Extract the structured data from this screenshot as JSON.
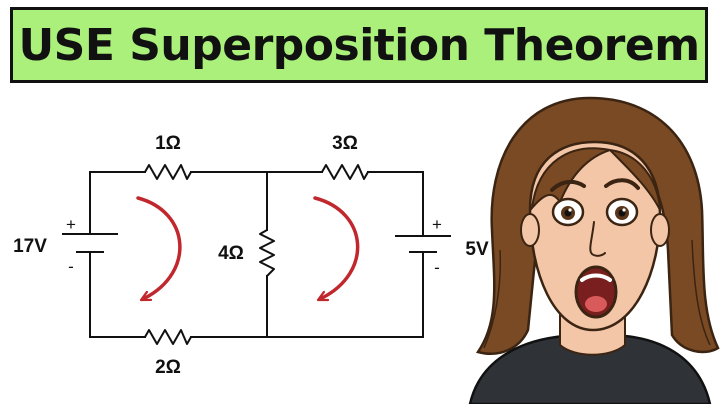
{
  "title": "USE Superposition Theorem",
  "colors": {
    "banner": "#aaf07a",
    "wire": "#111111",
    "arrow": "#c0282d",
    "hair": "#7a4a24",
    "skin": "#f3c6a8"
  },
  "circuit": {
    "r_top_left": "1Ω",
    "r_top_right": "3Ω",
    "r_middle": "4Ω",
    "r_bottom_left": "2Ω",
    "source_left": "17V",
    "source_right": "5V",
    "plus": "+",
    "minus": "-"
  },
  "icons": [
    "clockwise-loop-arrow-icon",
    "resistor-icon",
    "battery-icon",
    "surprised-woman-illustration"
  ]
}
